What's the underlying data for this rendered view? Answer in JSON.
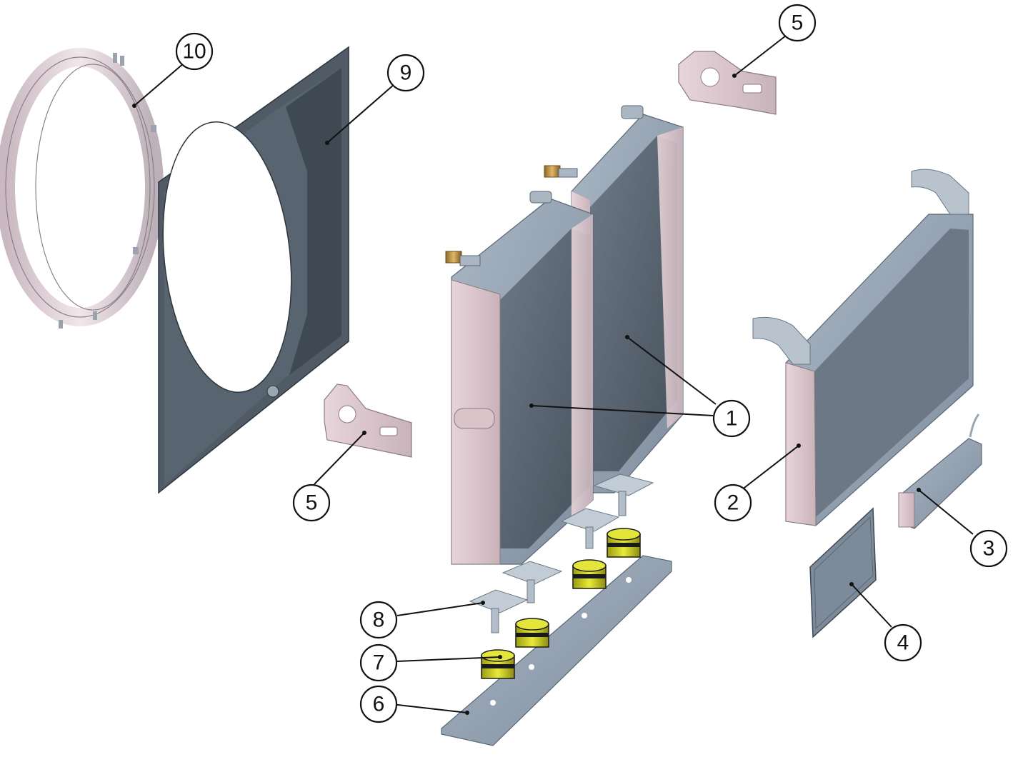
{
  "callouts": [
    {
      "id": "c10",
      "label": "10"
    },
    {
      "id": "c9",
      "label": "9"
    },
    {
      "id": "c5a",
      "label": "5"
    },
    {
      "id": "c5b",
      "label": "5"
    },
    {
      "id": "c1",
      "label": "1"
    },
    {
      "id": "c2",
      "label": "2"
    },
    {
      "id": "c3",
      "label": "3"
    },
    {
      "id": "c4",
      "label": "4"
    },
    {
      "id": "c6",
      "label": "6"
    },
    {
      "id": "c7",
      "label": "7"
    },
    {
      "id": "c8",
      "label": "8"
    }
  ],
  "colors": {
    "frame_dark": "#4a5560",
    "metal_blue": "#8c9aab",
    "metal_light": "#b8c3cf",
    "bracket_pink": "#dcc7cc",
    "core_dark": "#5b6773",
    "rubber_yellow": "#d4d62a",
    "rubber_black": "#1a1a1a",
    "ring_pink": "#e6d0d6"
  }
}
